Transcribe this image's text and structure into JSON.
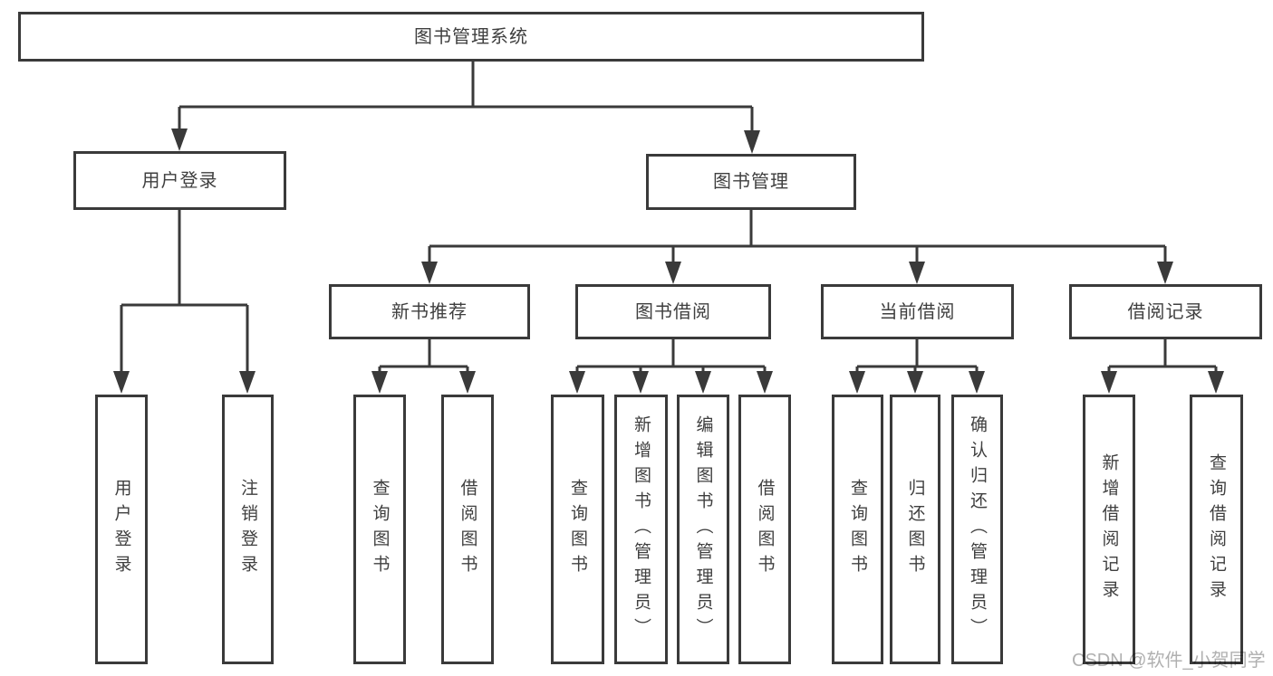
{
  "diagram": {
    "root": {
      "label": "图书管理系统"
    },
    "branches": [
      {
        "label": "用户登录",
        "children": [
          {
            "label": "用户登录"
          },
          {
            "label": "注销登录"
          }
        ]
      },
      {
        "label": "图书管理",
        "children": [
          {
            "label": "新书推荐",
            "children": [
              {
                "label": "查询图书"
              },
              {
                "label": "借阅图书"
              }
            ]
          },
          {
            "label": "图书借阅",
            "children": [
              {
                "label": "查询图书"
              },
              {
                "label": "新增图书（管理员）"
              },
              {
                "label": "编辑图书（管理员）"
              },
              {
                "label": "借阅图书"
              }
            ]
          },
          {
            "label": "当前借阅",
            "children": [
              {
                "label": "查询图书"
              },
              {
                "label": "归还图书"
              },
              {
                "label": "确认归还（管理员）"
              }
            ]
          },
          {
            "label": "借阅记录",
            "children": [
              {
                "label": "新增借阅记录"
              },
              {
                "label": "查询借阅记录"
              }
            ]
          }
        ]
      }
    ]
  },
  "watermark": {
    "text": "CSDN @软件_小贺同学"
  },
  "colors": {
    "line": "#3a3a3a",
    "text": "#3f3f3f",
    "watermark": "#b0b0b0",
    "background": "#ffffff"
  }
}
